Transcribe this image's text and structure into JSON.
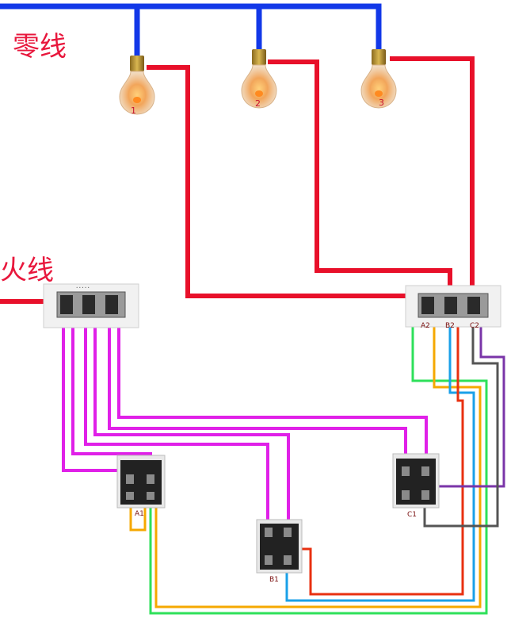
{
  "labels": {
    "neutral": "零线",
    "live": "火线"
  },
  "bulbs": [
    {
      "number": "1"
    },
    {
      "number": "2"
    },
    {
      "number": "3"
    }
  ],
  "switches": {
    "A1": "A1",
    "B1": "B1",
    "C1": "C1",
    "A2": "A2",
    "B2": "B2",
    "C2": "C2"
  },
  "colors": {
    "neutral_wire": "#1238e8",
    "live_wire": "#e8102a",
    "magenta_wire": "#e020e8",
    "orange_wire": "#f5a800",
    "green_wire": "#2ee05a",
    "blue_wire": "#1aa0e8",
    "red_wire": "#e83010",
    "purple_wire": "#7a35a8",
    "gray_wire": "#555555"
  }
}
